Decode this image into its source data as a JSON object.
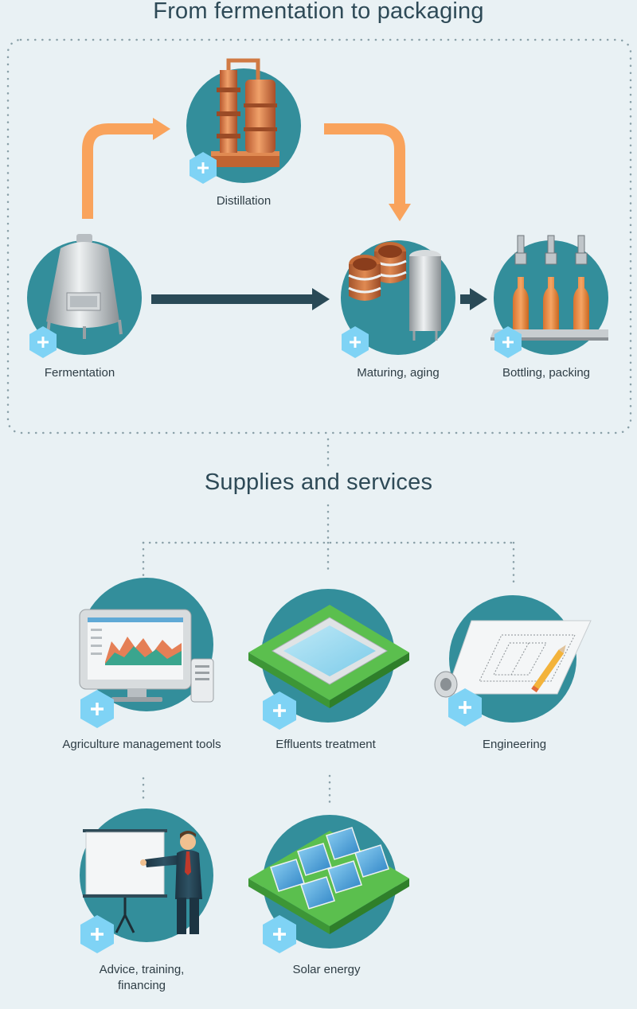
{
  "process": {
    "title": "From fermentation to packaging",
    "steps": [
      {
        "label": "Distillation",
        "icon": "distillation-column-icon"
      },
      {
        "label": "Fermentation",
        "icon": "fermentation-tank-icon"
      },
      {
        "label": "Maturing, aging",
        "icon": "barrels-icon"
      },
      {
        "label": "Bottling, packing",
        "icon": "bottling-line-icon"
      }
    ]
  },
  "services": {
    "title": "Supplies and services",
    "items": [
      {
        "label": "Agriculture management tools",
        "icon": "computer-chart-icon"
      },
      {
        "label": "Effluents treatment",
        "icon": "treatment-basin-icon"
      },
      {
        "label": "Engineering",
        "icon": "blueprint-icon"
      },
      {
        "label": "Advice, training, financing",
        "icon": "presenter-board-icon"
      },
      {
        "label": "Solar energy",
        "icon": "solar-panels-icon"
      }
    ]
  },
  "colors": {
    "background": "#e9f1f4",
    "circle": "#338e9b",
    "orange_arrow": "#f9a35c",
    "dark_arrow": "#2a4a57",
    "plus_badge": "#7fd3f5",
    "title": "#2e4a57"
  }
}
